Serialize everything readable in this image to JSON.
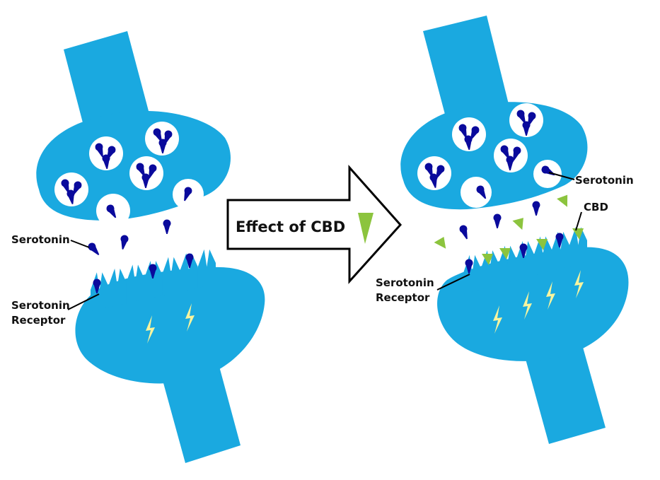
{
  "colors": {
    "neuron": "#1aa9e0",
    "serotonin": "#0a0a9c",
    "cbd": "#8cc43e",
    "spark": "#f7f49e",
    "arrow_fill": "#ffffff",
    "arrow_stroke": "#000000",
    "background": "#ffffff"
  },
  "center_arrow": {
    "text": "Effect of CBD",
    "icon": "cbd-wedge-icon"
  },
  "left_panel": {
    "serotonin_label": "Serotonin",
    "receptor_label_line1": "Serotonin",
    "receptor_label_line2": "Receptor"
  },
  "right_panel": {
    "serotonin_label": "Serotonin",
    "cbd_label": "CBD",
    "receptor_label_line1": "Serotonin",
    "receptor_label_line2": "Receptor"
  }
}
